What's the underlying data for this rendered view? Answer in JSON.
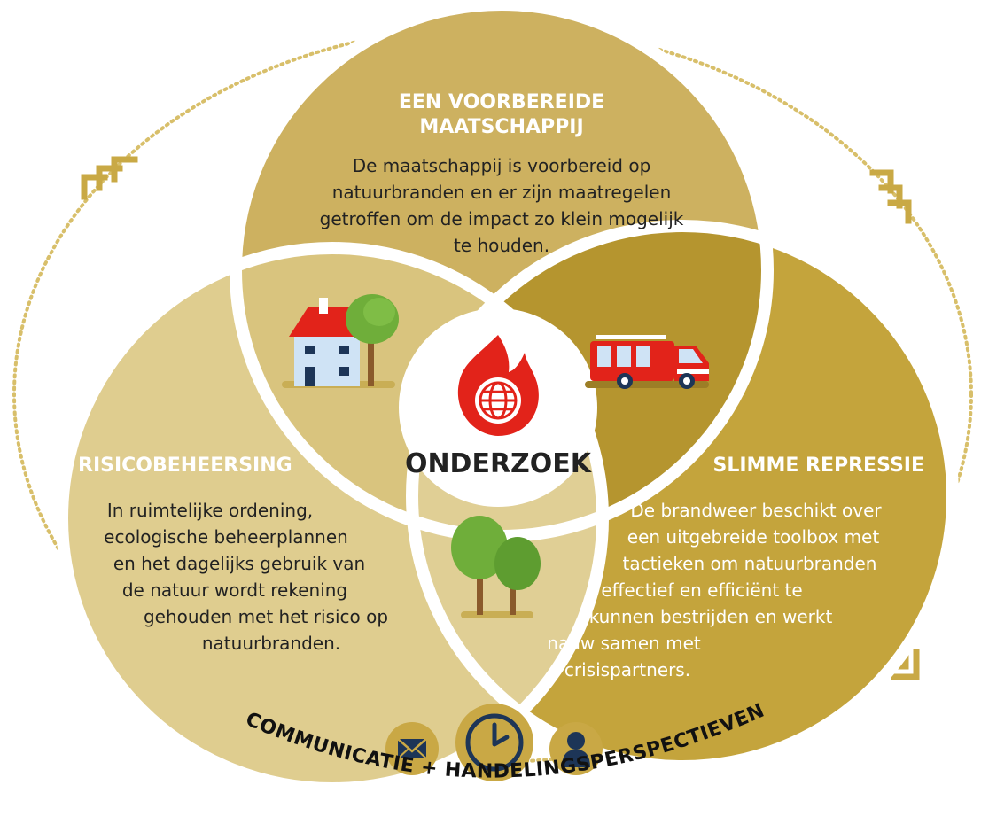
{
  "colors": {
    "top_circle": "#cdb160",
    "left_circle": "#dfcd8f",
    "right_circle": "#c4a43c",
    "lens_top_left": "#d9c47e",
    "lens_top_right": "#b5952f",
    "lens_bottom": "#e0cf95",
    "dotted_ring": "#d8bf6a",
    "arrow": "#c9a945",
    "fire_red": "#e2231a",
    "navy": "#1d3557",
    "gold_icon_bg": "#c9a845"
  },
  "top_section": {
    "title_line1": "EEN VOORBEREIDE",
    "title_line2": "MAATSCHAPPIJ",
    "body_lines": [
      "De maatschappij is voorbereid op",
      "natuurbranden en er zijn maatregelen",
      "getroffen om de impact zo klein mogelijk",
      "te houden."
    ]
  },
  "left_section": {
    "title": "RISICOBEHEERSING",
    "body_lines": [
      "In ruimtelijke ordening,",
      "ecologische beheerplannen",
      "en het dagelijks gebruik van",
      "de natuur wordt rekening",
      "gehouden met het risico op",
      "natuurbranden."
    ]
  },
  "right_section": {
    "title": "SLIMME REPRESSIE",
    "body_lines": [
      "De brandweer beschikt over",
      "een uitgebreide toolbox met",
      "tactieken om natuurbranden",
      "effectief en efficiënt te",
      "kunnen bestrijden en werkt",
      "nauw samen met",
      "crisispartners."
    ]
  },
  "center": {
    "label": "ONDERZOEK",
    "icon": "flame-globe-icon"
  },
  "lens_icons": {
    "top_left": "house-tree-icon",
    "top_right": "fire-truck-icon",
    "bottom": "trees-icon"
  },
  "bottom": {
    "label": "COMMUNICATIE + HANDELINGSPERSPECTIEVEN",
    "icons": [
      "envelope-icon",
      "clock-icon",
      "person-icon"
    ]
  }
}
